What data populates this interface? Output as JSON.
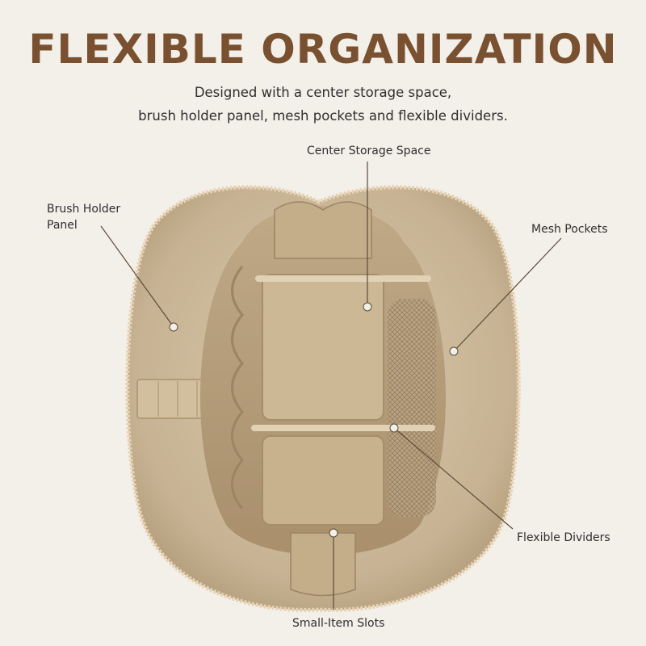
{
  "header": {
    "title": "FLEXIBLE ORGANIZATION",
    "subtitle_line1": "Designed with a center storage space,",
    "subtitle_line2": "brush holder panel, mesh pockets and flexible dividers."
  },
  "callouts": {
    "center_storage": "Center Storage Space",
    "brush_holder_line1": "Brush Holder",
    "brush_holder_line2": "Panel",
    "mesh_pockets": "Mesh Pockets",
    "flexible_dividers": "Flexible Dividers",
    "small_item_slots": "Small-Item Slots"
  },
  "colors": {
    "background": "#f3efe9",
    "title": "#7a5130",
    "fabric": "#c9b596",
    "leader": "#5a4a3a"
  }
}
